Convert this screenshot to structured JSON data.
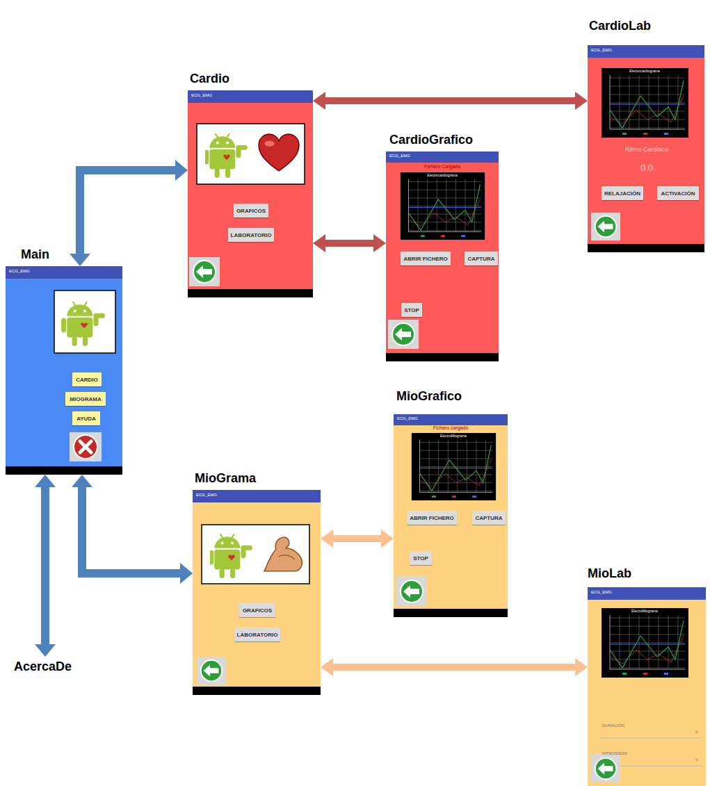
{
  "diagram": {
    "nodes": [
      {
        "text": [
          "Main"
        ]
      },
      {
        "text": [
          "CARDIO"
        ],
        "in": 0
      },
      {
        "text": [
          "MIOGRAMA"
        ],
        "in": 0
      },
      {
        "text": [
          "AYUDA"
        ],
        "in": 0
      },
      {
        "text": [
          "Cardio"
        ]
      },
      {
        "text": [
          "GRAFICOS"
        ],
        "in": 4
      },
      {
        "text": [
          "LABORATORIO"
        ],
        "in": 4
      },
      {
        "text": [
          "CardioGrafico"
        ]
      },
      {
        "text": [
          "ABRIR FICHERO"
        ],
        "in": 7
      },
      {
        "text": [
          "CAPTURA"
        ],
        "in": 7
      },
      {
        "text": [
          "STOP"
        ],
        "in": 7
      },
      {
        "text": [
          "CardioLab"
        ]
      },
      {
        "text": [
          "RELAJACIÓN"
        ],
        "in": 11
      },
      {
        "text": [
          "ACTIVACIÓN"
        ],
        "in": 11
      },
      {
        "text": [
          "MioGrama"
        ]
      },
      {
        "text": [
          "GRAFICOS"
        ],
        "in": 14
      },
      {
        "text": [
          "LABORATORIO"
        ],
        "in": 14
      },
      {
        "text": [
          "MioGrafico"
        ]
      },
      {
        "text": [
          "ABRIR FICHERO"
        ],
        "in": 17
      },
      {
        "text": [
          "CAPTURA"
        ],
        "in": 17
      },
      {
        "text": [
          "STOP"
        ],
        "in": 17
      },
      {
        "text": [
          "MioLab"
        ]
      },
      {
        "text": [
          "AcercaDe"
        ]
      }
    ],
    "edges": [
      {
        "from": 0,
        "to": 4,
        "arrow": "both"
      },
      {
        "from": 4,
        "to": 11,
        "arrow": "both"
      },
      {
        "from": 4,
        "to": 7,
        "arrow": "both"
      },
      {
        "from": 0,
        "to": 14,
        "arrow": "both"
      },
      {
        "from": 14,
        "to": 17,
        "arrow": "both"
      },
      {
        "from": 14,
        "to": 21,
        "arrow": "both"
      },
      {
        "from": 0,
        "to": 22,
        "arrow": "both"
      }
    ],
    "labels": [
      "ECG_EMG",
      "ECG_EMG",
      "ECG_EMG",
      "ECG_EMG",
      "ECG_EMG",
      "ECG_EMG",
      "ECG_EMG",
      "Fichero Cargado",
      "Electrocardiograma",
      "Electrocardiograma",
      "Ritmo Cardiaco",
      "0.0",
      "Fichero cargado",
      "ElectroMiograma",
      "ElectroMiograma",
      "DURACIÓN",
      "0",
      "INTENSIDAD",
      "0"
    ]
  }
}
